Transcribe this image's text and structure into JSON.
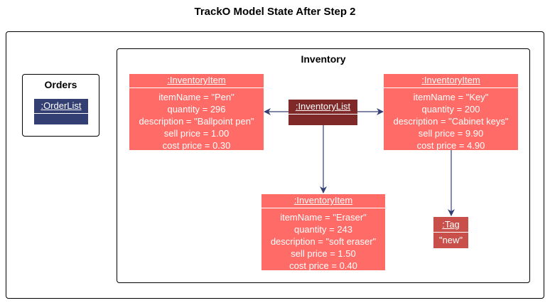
{
  "title": "TrackO Model State After Step 2",
  "orders": {
    "label": "Orders",
    "order_list": {
      "name": ":OrderList"
    }
  },
  "inventory": {
    "label": "Inventory",
    "inventory_list": {
      "name": ":InventoryList"
    },
    "items": [
      {
        "name": ":InventoryItem",
        "attrs": [
          "itemName = \"Pen\"",
          "quantity = 296",
          "description = \"Ballpoint pen\"",
          "sell price = 1.00",
          "cost price = 0.30"
        ]
      },
      {
        "name": ":InventoryItem",
        "attrs": [
          "itemName = \"Key\"",
          "quantity = 200",
          "description = \"Cabinet keys\"",
          "sell price = 9.90",
          "cost price = 4.90"
        ]
      },
      {
        "name": ":InventoryItem",
        "attrs": [
          "itemName = \"Eraser\"",
          "quantity = 243",
          "description = \"soft eraser\"",
          "sell price = 1.50",
          "cost price = 0.40"
        ]
      }
    ],
    "tag": {
      "name": ":Tag",
      "value": "\"new\""
    }
  },
  "colors": {
    "item_fill": "#ff6b66",
    "list_fill": "#7f2a28",
    "tag_fill": "#c9504a",
    "orderlist_fill": "#333f73",
    "arrow": "#333f73"
  }
}
